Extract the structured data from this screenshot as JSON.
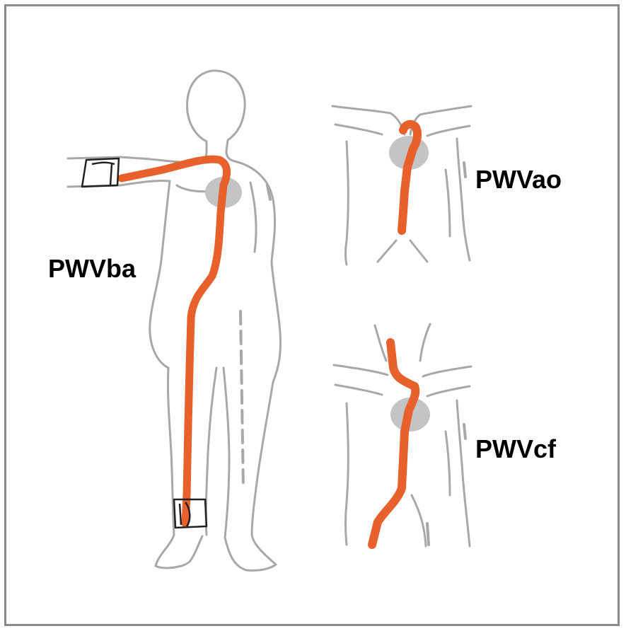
{
  "labels": {
    "pwv_ba": "PWVba",
    "pwv_ao": "PWVao",
    "pwv_cf": "PWVcf"
  },
  "colors": {
    "frame_border": "#8a8a8a",
    "outline": "#a8a8a8",
    "artery": "#e8602c",
    "heart": "#c4c4c4",
    "cuff": "#222222",
    "text": "#000000"
  }
}
